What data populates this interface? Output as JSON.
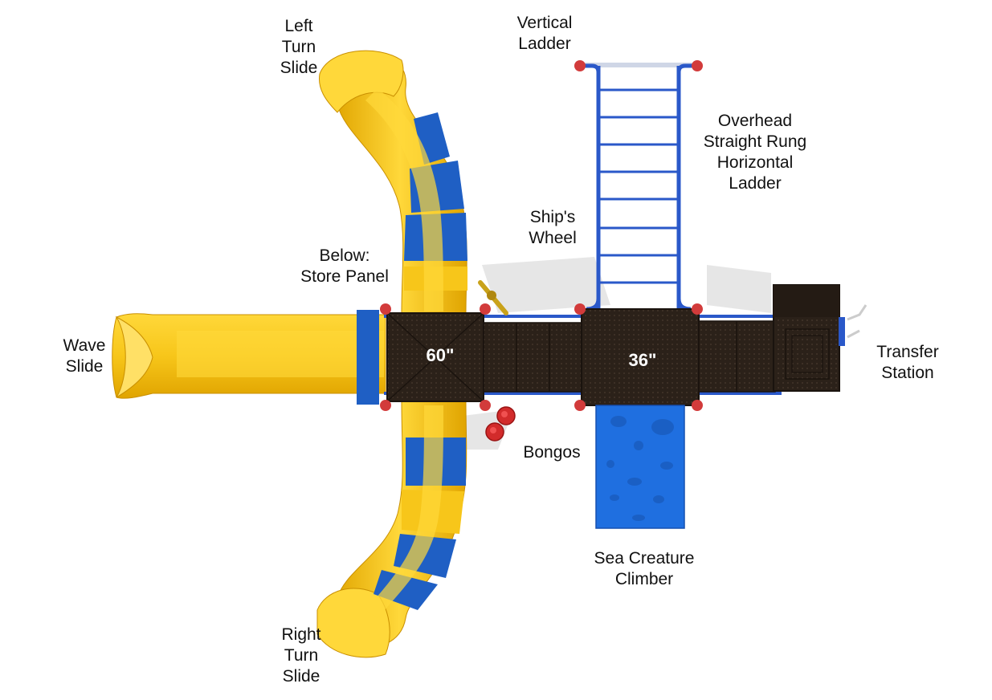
{
  "colors": {
    "slide_yellow": "#f7c61a",
    "slide_yellow_dark": "#e0a400",
    "slide_blue": "#1f5fc4",
    "deck_brown": "#2b2119",
    "deck_brown_light": "#3a2d22",
    "frame_blue": "#2a58c9",
    "clamp_red": "#d23b3b",
    "climber_blue": "#1f6fe0"
  },
  "decks": {
    "deck_60": "60\"",
    "deck_36": "36\""
  },
  "labels": {
    "left_turn_slide": [
      "Left",
      "Turn",
      "Slide"
    ],
    "vertical_ladder": [
      "Vertical",
      "Ladder"
    ],
    "overhead_ladder": [
      "Overhead",
      "Straight Rung",
      "Horizontal",
      "Ladder"
    ],
    "ships_wheel": [
      "Ship's",
      "Wheel"
    ],
    "store_panel": [
      "Below:",
      "Store Panel"
    ],
    "wave_slide": [
      "Wave",
      "Slide"
    ],
    "transfer_station": [
      "Transfer",
      "Station"
    ],
    "bongos": [
      "Bongos"
    ],
    "sea_creature_climber": [
      "Sea Creature",
      "Climber"
    ],
    "right_turn_slide": [
      "Right",
      "Turn",
      "Slide"
    ]
  }
}
